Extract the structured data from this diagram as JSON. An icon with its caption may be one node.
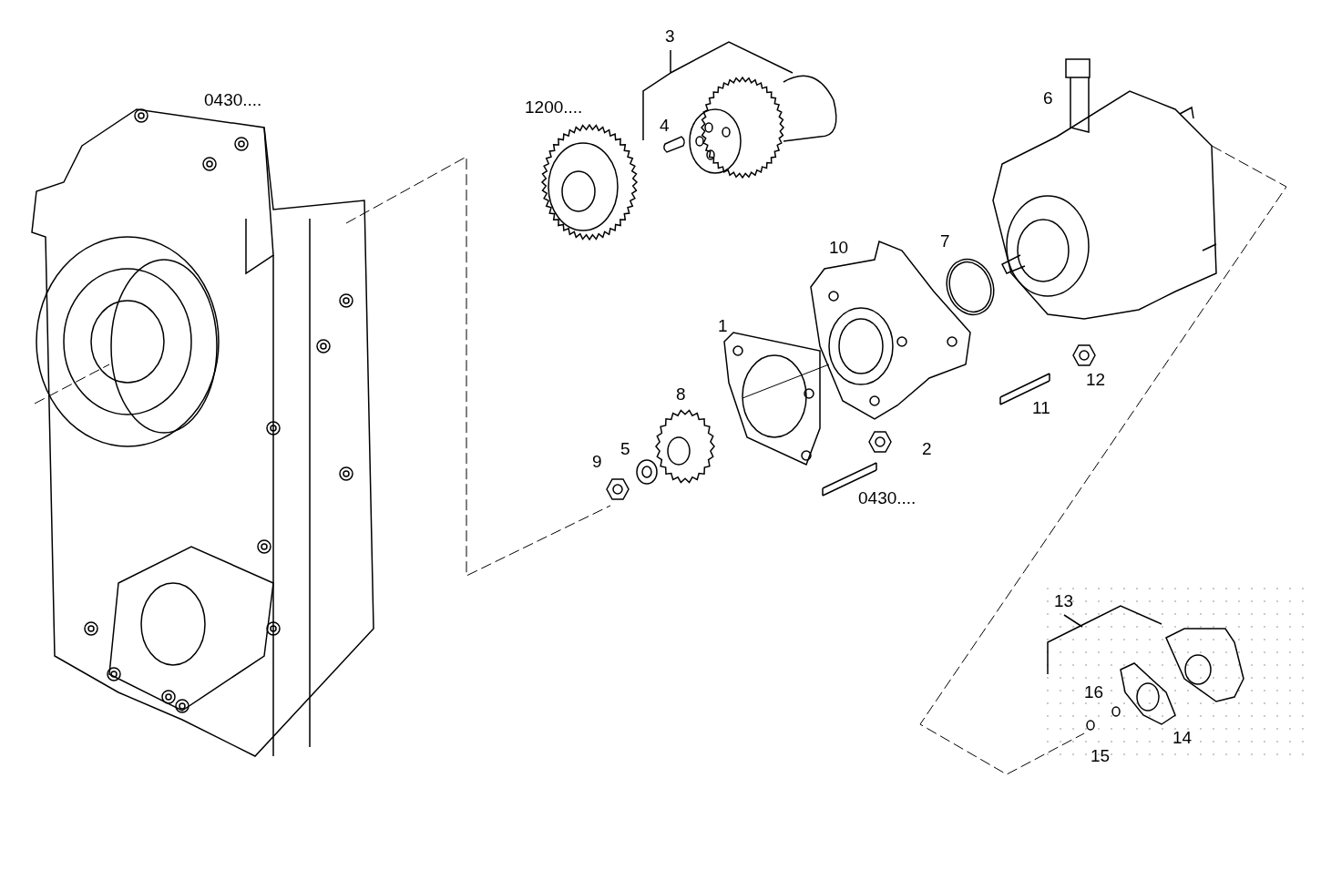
{
  "diagram": {
    "labels": [
      "3",
      "0430....",
      "1200....",
      "4",
      "6",
      "10",
      "7",
      "1",
      "8",
      "12",
      "11",
      "9",
      "5",
      "2",
      "0430....",
      "13",
      "16",
      "14",
      "15"
    ]
  }
}
